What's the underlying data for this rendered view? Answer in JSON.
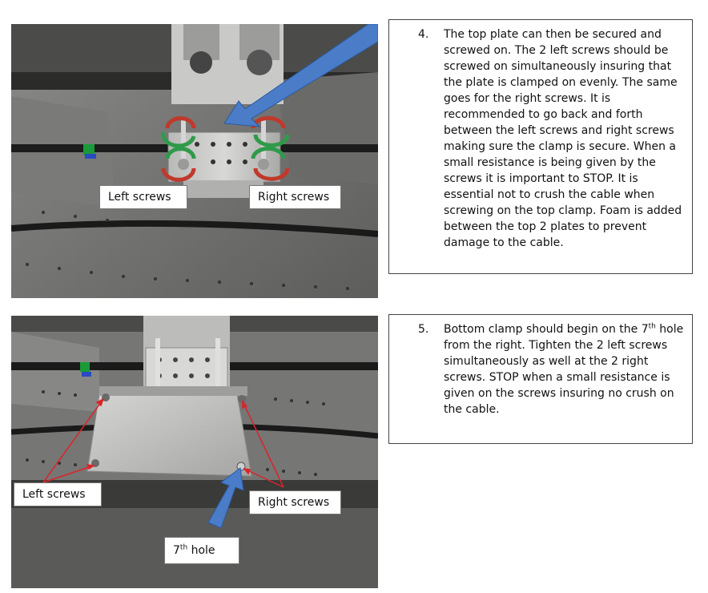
{
  "step4": {
    "number": "4.",
    "text": "The top plate can then be secured and screwed on.  The 2 left screws should be screwed on simultaneously insuring that the plate is clamped on evenly.  The same goes for the right screws.  It is recommended to go back and forth between the left screws and right screws making sure the clamp is secure.  When a small resistance is being given by the screws it is important to STOP.  It is essential not to crush the cable when screwing on the top clamp. Foam is added between the top 2 plates to prevent damage to the cable.",
    "label_left": "Left  screws",
    "label_right": "Right screws"
  },
  "step5": {
    "number": "5.",
    "text_before_sup": "Bottom clamp should begin on the 7",
    "sup": "th",
    "text_after_sup": " hole from the right.  Tighten the 2 left screws simultaneously as well at the 2 right screws.  STOP when a small resistance is given on the screws insuring no crush on the cable.",
    "label_left": "Left  screws",
    "label_right": "Right screws",
    "label_hole_num": "7",
    "label_hole_sup": "th",
    "label_hole_text": " hole"
  },
  "colors": {
    "arrow_blue": "#4a7cc7",
    "rotation_green": "#2f9a4a",
    "rotation_red": "#c0392b",
    "annotation_red": "#d9252b"
  }
}
